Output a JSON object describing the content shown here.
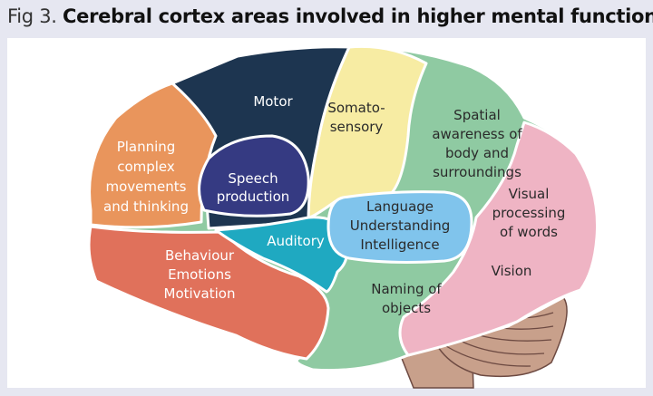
{
  "title": {
    "prefix": "Fig 3.",
    "text": "Cerebral cortex areas involved in higher mental function"
  },
  "regions": {
    "motor": {
      "lines": [
        "Motor"
      ],
      "color": "#1d3550"
    },
    "somatosensory": {
      "lines": [
        "Somato-",
        "sensory"
      ],
      "color": "#f7eca3"
    },
    "spatial": {
      "lines": [
        "Spatial",
        "awareness of",
        "body and",
        "surroundings"
      ],
      "color": "#8fcaa2"
    },
    "planning": {
      "lines": [
        "Planning",
        "complex",
        "movements",
        "and thinking"
      ],
      "color": "#e9955c"
    },
    "speech": {
      "lines": [
        "Speech",
        "production"
      ],
      "color": "#353a82"
    },
    "visual_words": {
      "lines": [
        "Visual",
        "processing",
        "of words"
      ],
      "color": "#efb4c4"
    },
    "language": {
      "lines": [
        "Language",
        "Understanding",
        "Intelligence"
      ],
      "color": "#80c4ec"
    },
    "auditory": {
      "lines": [
        "Auditory"
      ],
      "color": "#1fa9c1"
    },
    "behaviour": {
      "lines": [
        "Behaviour",
        "Emotions",
        "Motivation"
      ],
      "color": "#e0715b"
    },
    "vision": {
      "lines": [
        "Vision"
      ],
      "color": "#efb4c4"
    },
    "naming": {
      "lines": [
        "Naming of",
        "objects"
      ],
      "color": "#8fcaa2"
    },
    "cerebellum": {
      "color": "#c8a08b"
    }
  }
}
